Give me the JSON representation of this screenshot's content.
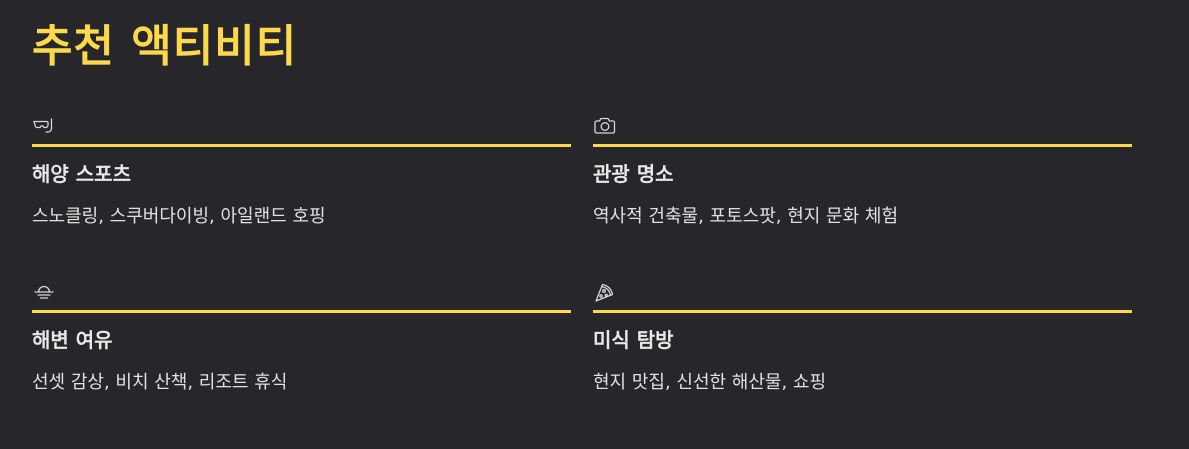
{
  "page": {
    "title": "추천 액티비티"
  },
  "colors": {
    "background": "#26262b",
    "accent": "#fcd94a",
    "text": "#e8e8e8"
  },
  "activities": [
    {
      "icon": "snorkel-mask-icon",
      "title": "해양 스포츠",
      "description": "스노클링, 스쿠버다이빙, 아일랜드 호핑"
    },
    {
      "icon": "camera-icon",
      "title": "관광 명소",
      "description": "역사적 건축물, 포토스팟, 현지 문화 체험"
    },
    {
      "icon": "sunset-icon",
      "title": "해변 여유",
      "description": "선셋 감상, 비치 산책, 리조트 휴식"
    },
    {
      "icon": "pizza-slice-icon",
      "title": "미식 탐방",
      "description": "현지 맛집, 신선한 해산물, 쇼핑"
    }
  ]
}
